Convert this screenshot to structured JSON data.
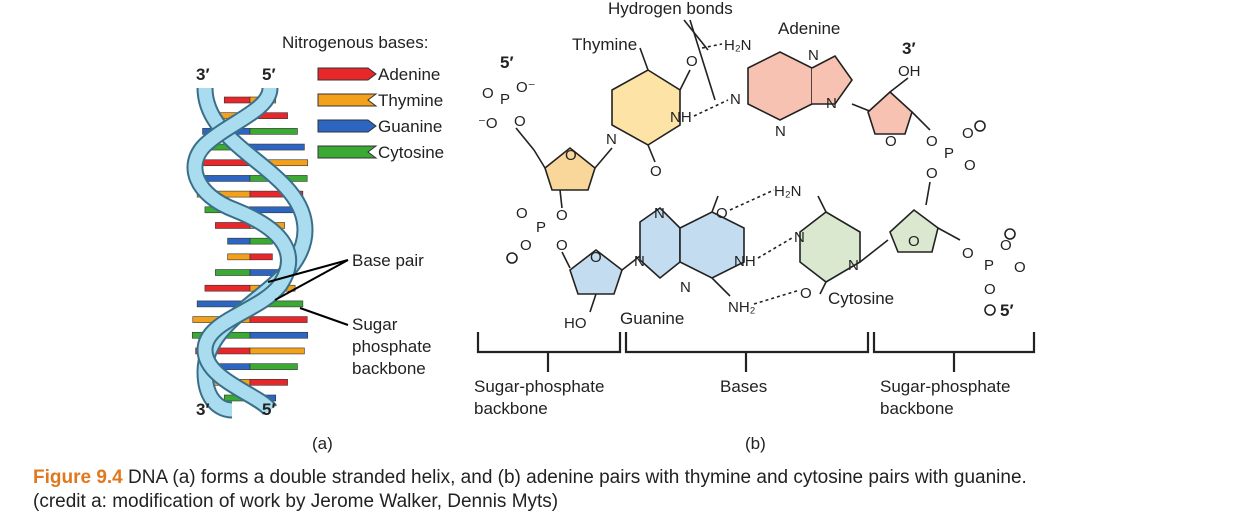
{
  "helix": {
    "end_labels": {
      "top_left": "3′",
      "top_right": "5′",
      "bottom_left": "3′",
      "bottom_right": "5′"
    },
    "legend_title": "Nitrogenous bases:",
    "legend": [
      {
        "label": "Adenine",
        "color": "#e8272a"
      },
      {
        "label": "Thymine",
        "color": "#f3a11b"
      },
      {
        "label": "Guanine",
        "color": "#2c66c2"
      },
      {
        "label": "Cytosine",
        "color": "#3aaa35"
      }
    ],
    "base_pair_label": "Base pair",
    "backbone_label": [
      "Sugar",
      "phosphate",
      "backbone"
    ],
    "panel": "(a)"
  },
  "molecule": {
    "hydrogen_bonds": "Hydrogen bonds",
    "thymine": "Thymine",
    "adenine": "Adenine",
    "guanine": "Guanine",
    "cytosine": "Cytosine",
    "h2n": "H₂N",
    "nh2": "NH₂",
    "nh": "NH",
    "n": "N",
    "o": "O",
    "oh": "OH",
    "ho": "HO",
    "p": "P",
    "o_minus": "O⁻",
    "minus_o": "⁻O",
    "prime5": "5′",
    "prime3": "3′",
    "bracket_left": [
      "Sugar-phosphate",
      "backbone"
    ],
    "bracket_mid": "Bases",
    "bracket_right": [
      "Sugar-phosphate",
      "backbone"
    ],
    "panel": "(b)"
  },
  "caption": {
    "figure": "Figure 9.4",
    "line1": " DNA (a) forms a double stranded helix, and (b) adenine pairs with thymine and cytosine pairs with guanine.",
    "line2": "(credit a: modification of work by Jerome Walker, Dennis Myts)"
  },
  "colors": {
    "helix_strand": "#aadcef",
    "helix_outline": "#3a6f8a",
    "thymine_fill": "#fde4a6",
    "adenine_fill": "#f7c2b1",
    "guanine_fill": "#c3dcef",
    "cytosine_fill": "#d9e8cf",
    "sugar_fill": "#f9d79b",
    "sugar_fill_blue": "#c3dcef",
    "sugar_fill_red": "#f7c2b1",
    "sugar_fill_green": "#d9e8cf",
    "caption_accent": "#e0781e"
  }
}
